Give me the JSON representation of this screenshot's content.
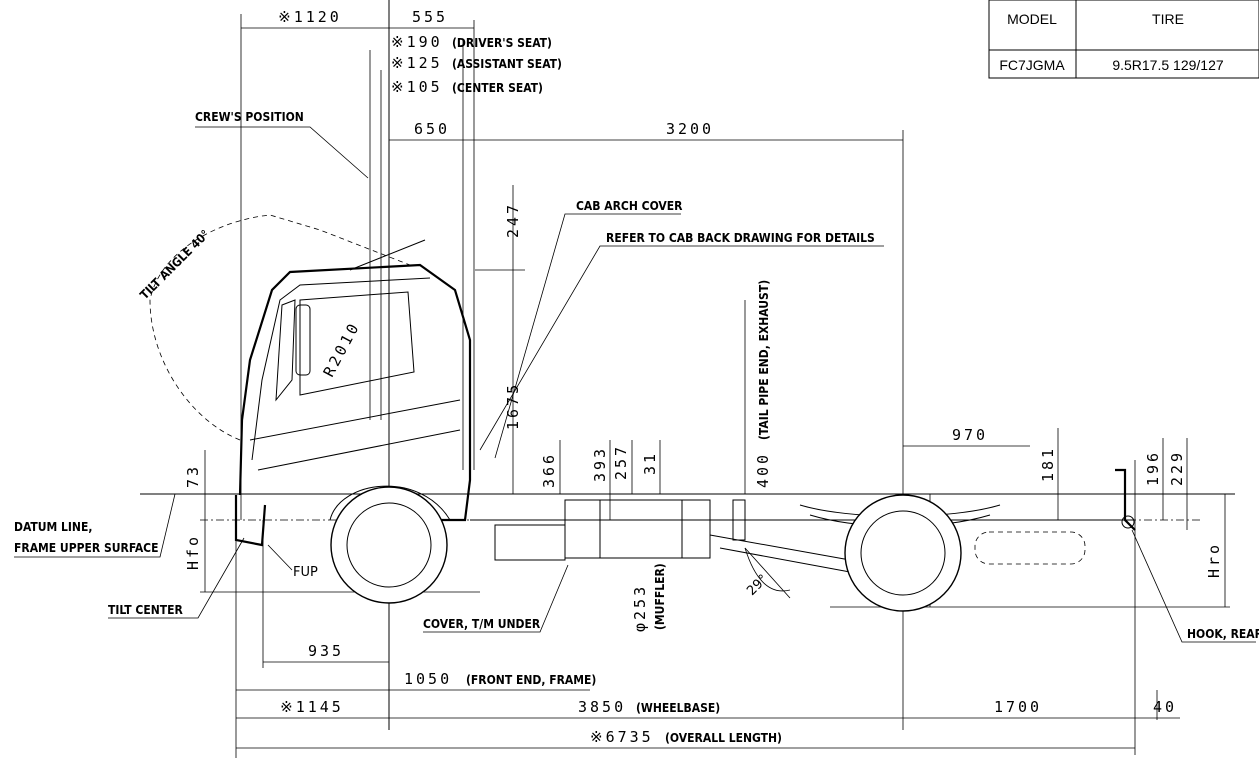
{
  "spec_table": {
    "headers": [
      "MODEL",
      "TIRE"
    ],
    "rows": [
      [
        "FC7JGMA",
        "9.5R17.5 129/127"
      ]
    ]
  },
  "dimensions_top": {
    "d1120": "※1120",
    "d555": "555",
    "d190": "※190",
    "d190_note": "(DRIVER'S SEAT)",
    "d125": "※125",
    "d125_note": "(ASSISTANT SEAT)",
    "d105": "※105",
    "d105_note": "(CENTER SEAT)",
    "d650": "650",
    "d3200": "3200"
  },
  "dimensions_vertical": {
    "d247": "247",
    "d1675": "1675",
    "d366": "366",
    "d393": "393",
    "d257": "257",
    "d31": "31",
    "d400": "400",
    "d400_note": "(TAIL PIPE END, EXHAUST)",
    "d181": "181",
    "d196": "196",
    "d229": "229",
    "d73": "73",
    "d253": "φ253",
    "d253_note": "(MUFFLER)"
  },
  "dimensions_bottom": {
    "d935": "935",
    "d1050": "1050",
    "d1050_note": "(FRONT END, FRAME)",
    "d1145": "※1145",
    "d3850": "3850",
    "d3850_note": "(WHEELBASE)",
    "d1700": "1700",
    "d40": "40",
    "d6735": "※6735",
    "d6735_note": "(OVERALL LENGTH)",
    "d970": "970"
  },
  "labels": {
    "crew_position": "CREW'S POSITION",
    "tilt_angle": "TILT ANGLE 40°",
    "r2010": "R2010",
    "cab_arch_cover": "CAB ARCH COVER",
    "refer_cab_back": "REFER TO CAB BACK DRAWING FOR DETAILS",
    "datum_line": "DATUM LINE,",
    "frame_upper_surface": "FRAME UPPER SURFACE",
    "tilt_center": "TILT CENTER",
    "fup": "FUP",
    "cover_tm_under": "COVER, T/M UNDER",
    "hook_rear": "HOOK, REAR",
    "hfo": "Hfo",
    "hf": "Hf",
    "hr": "Hr",
    "hro": "Hro",
    "angle29": "29°"
  }
}
